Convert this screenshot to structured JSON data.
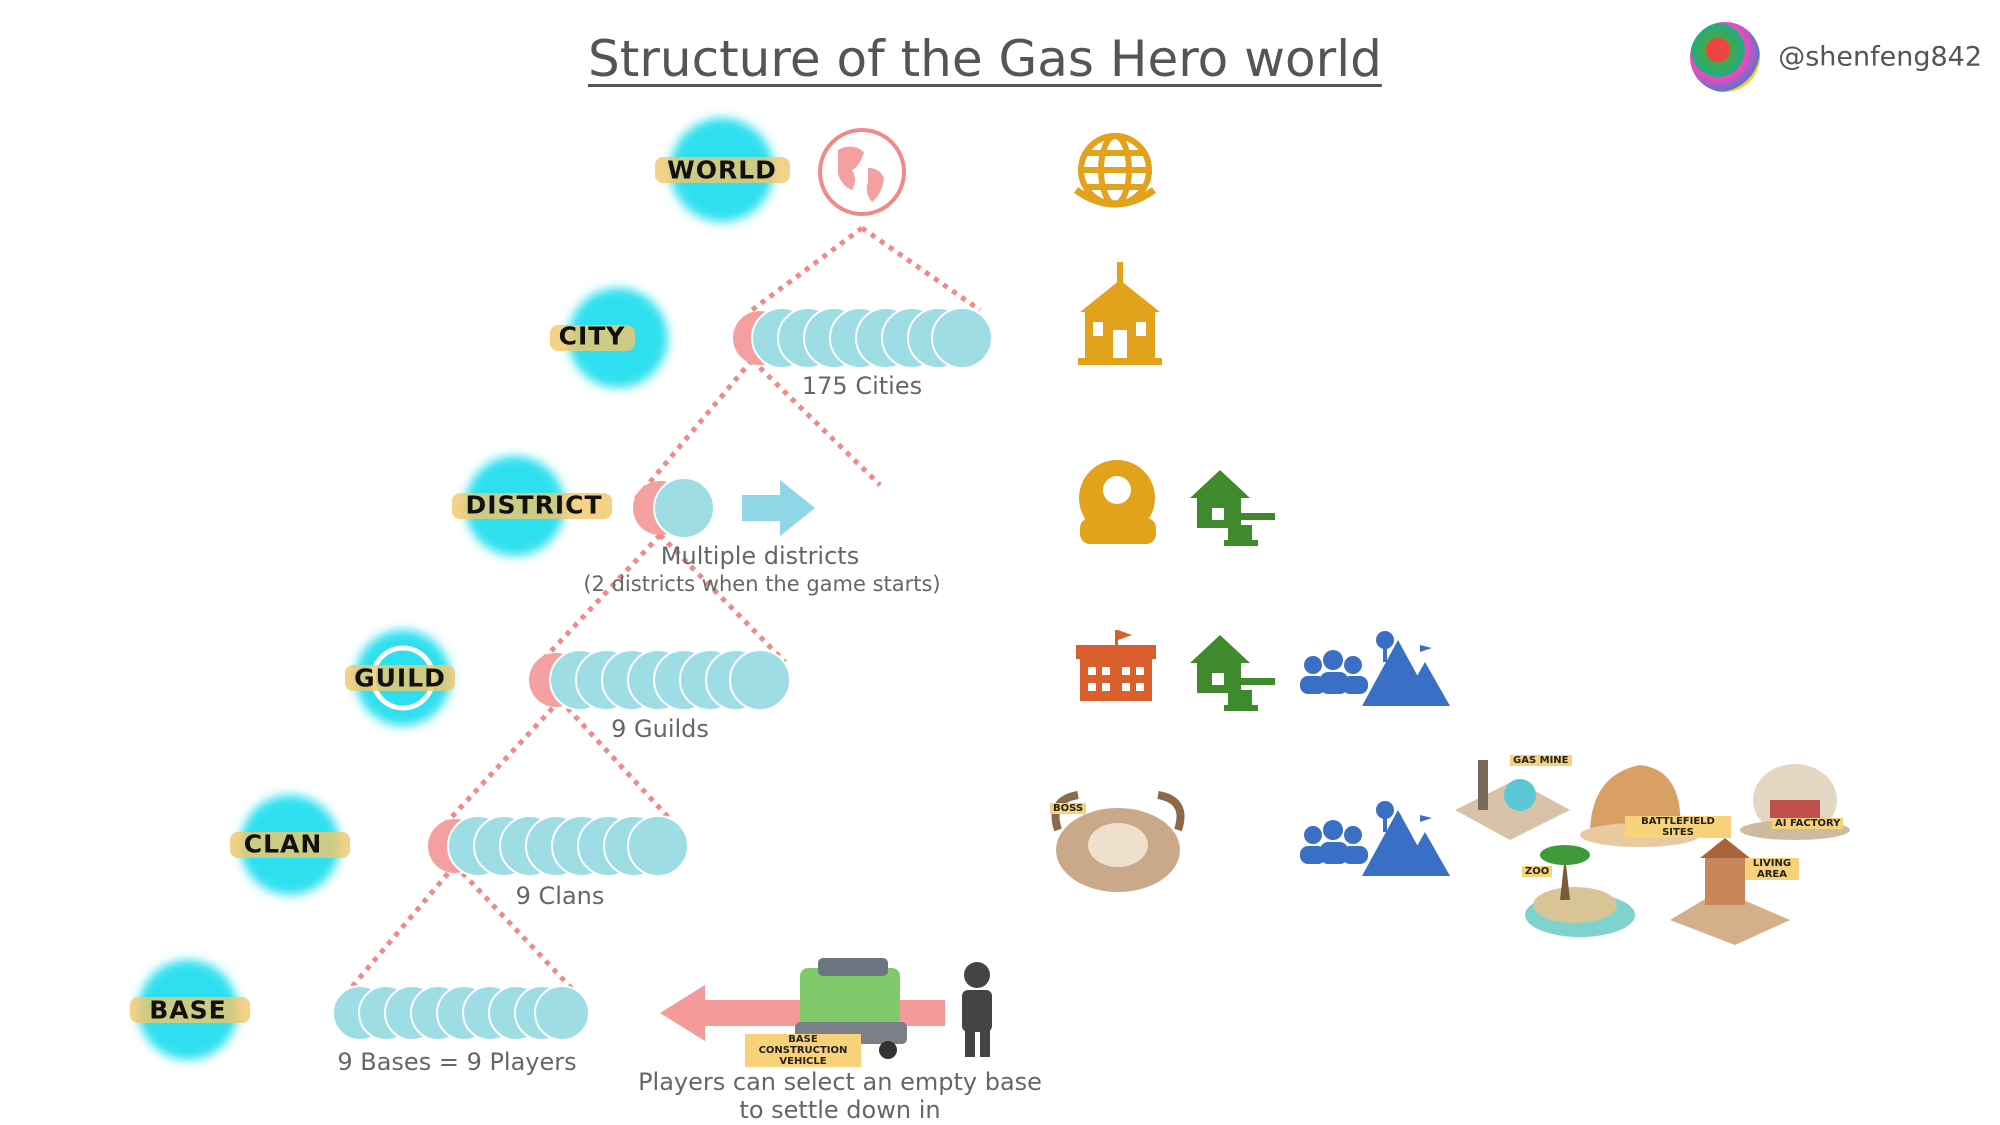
{
  "title": "Structure of the Gas Hero world",
  "author": {
    "handle": "@shenfeng842"
  },
  "levels": [
    {
      "label": "WORLD"
    },
    {
      "label": "CITY",
      "caption": "175 Cities"
    },
    {
      "label": "DISTRICT",
      "caption": "Multiple districts",
      "subcaption": "(2 districts when the game starts)"
    },
    {
      "label": "GUILD",
      "caption": "9 Guilds"
    },
    {
      "label": "CLAN",
      "caption": "9 Clans"
    },
    {
      "label": "BASE",
      "caption": "9 Bases = 9 Players"
    }
  ],
  "player_note": {
    "line1": "Players can select an empty base",
    "line2": "to settle down in"
  },
  "building_labels": {
    "boss": "BOSS",
    "gas_mine": "GAS MINE",
    "battlefield": "BATTLEFIELD SITES",
    "ai_factory": "AI FACTORY",
    "zoo": "ZOO",
    "living_area": "LIVING AREA",
    "vehicle": "BASE CONSTRUCTION VEHICLE"
  },
  "colors": {
    "cyan": "#2fe0ef",
    "node": "#9fdde5",
    "pink": "#f4a0a0",
    "gold": "#e2a21c",
    "green": "#3f8a2c",
    "blue": "#3a6fc6",
    "brick": "#d9602c",
    "person": "#444444"
  },
  "icons": [
    "globe-icon",
    "government-icon",
    "city-hall-icon",
    "community-icon",
    "land-auction-icon",
    "fortress-icon",
    "group-people-icon",
    "territory-icon",
    "person-icon"
  ]
}
